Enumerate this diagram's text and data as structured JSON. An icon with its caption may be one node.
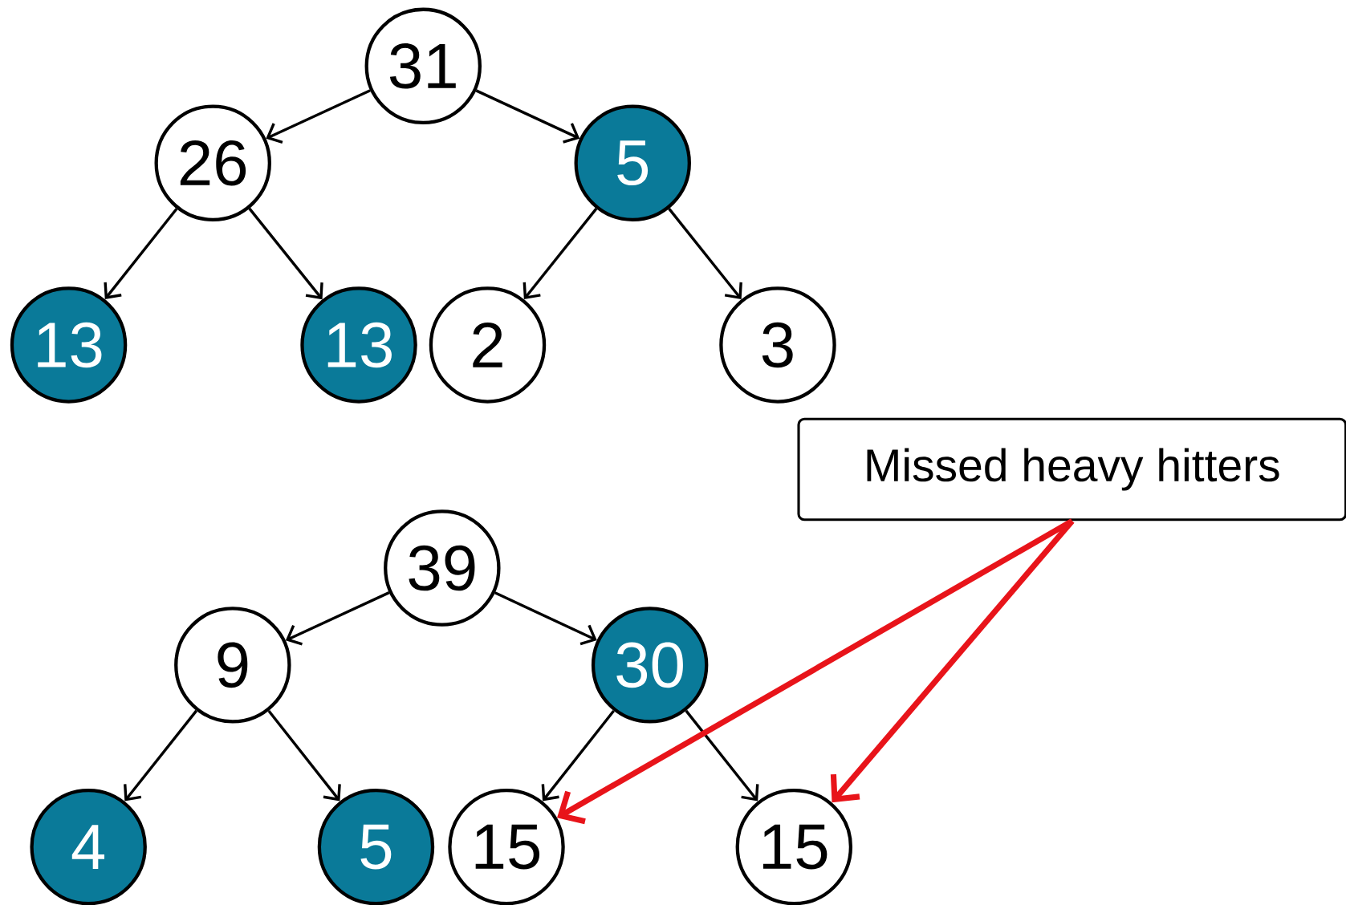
{
  "diagram": {
    "nodes": [
      {
        "text": [
          "31"
        ]
      },
      {
        "text": [
          "26"
        ]
      },
      {
        "text": [
          "5"
        ]
      },
      {
        "text": [
          "13"
        ]
      },
      {
        "text": [
          "13"
        ]
      },
      {
        "text": [
          "2"
        ]
      },
      {
        "text": [
          "3"
        ]
      },
      {
        "text": [
          "Missed heavy hitters"
        ]
      },
      {
        "text": [
          "39"
        ]
      },
      {
        "text": [
          "9"
        ]
      },
      {
        "text": [
          "30"
        ]
      },
      {
        "text": [
          "4"
        ]
      },
      {
        "text": [
          "5"
        ]
      },
      {
        "text": [
          "15"
        ]
      },
      {
        "text": [
          "15"
        ]
      }
    ],
    "edges": [
      {
        "from": 0,
        "to": 1,
        "arrow": "to"
      },
      {
        "from": 0,
        "to": 2,
        "arrow": "to"
      },
      {
        "from": 1,
        "to": 3,
        "arrow": "to"
      },
      {
        "from": 1,
        "to": 4,
        "arrow": "to"
      },
      {
        "from": 2,
        "to": 5,
        "arrow": "to"
      },
      {
        "from": 2,
        "to": 6,
        "arrow": "to"
      },
      {
        "from": 8,
        "to": 9,
        "arrow": "to"
      },
      {
        "from": 8,
        "to": 10,
        "arrow": "to"
      },
      {
        "from": 9,
        "to": 11,
        "arrow": "to"
      },
      {
        "from": 9,
        "to": 12,
        "arrow": "to"
      },
      {
        "from": 10,
        "to": 13,
        "arrow": "to"
      },
      {
        "from": 10,
        "to": 14,
        "arrow": "to"
      },
      {
        "from": 7,
        "to": 13,
        "arrow": "to",
        "style": "thick",
        "color": "#e8141a"
      },
      {
        "from": 7,
        "to": 14,
        "arrow": "to",
        "style": "thick",
        "color": "#e8141a"
      }
    ]
  }
}
